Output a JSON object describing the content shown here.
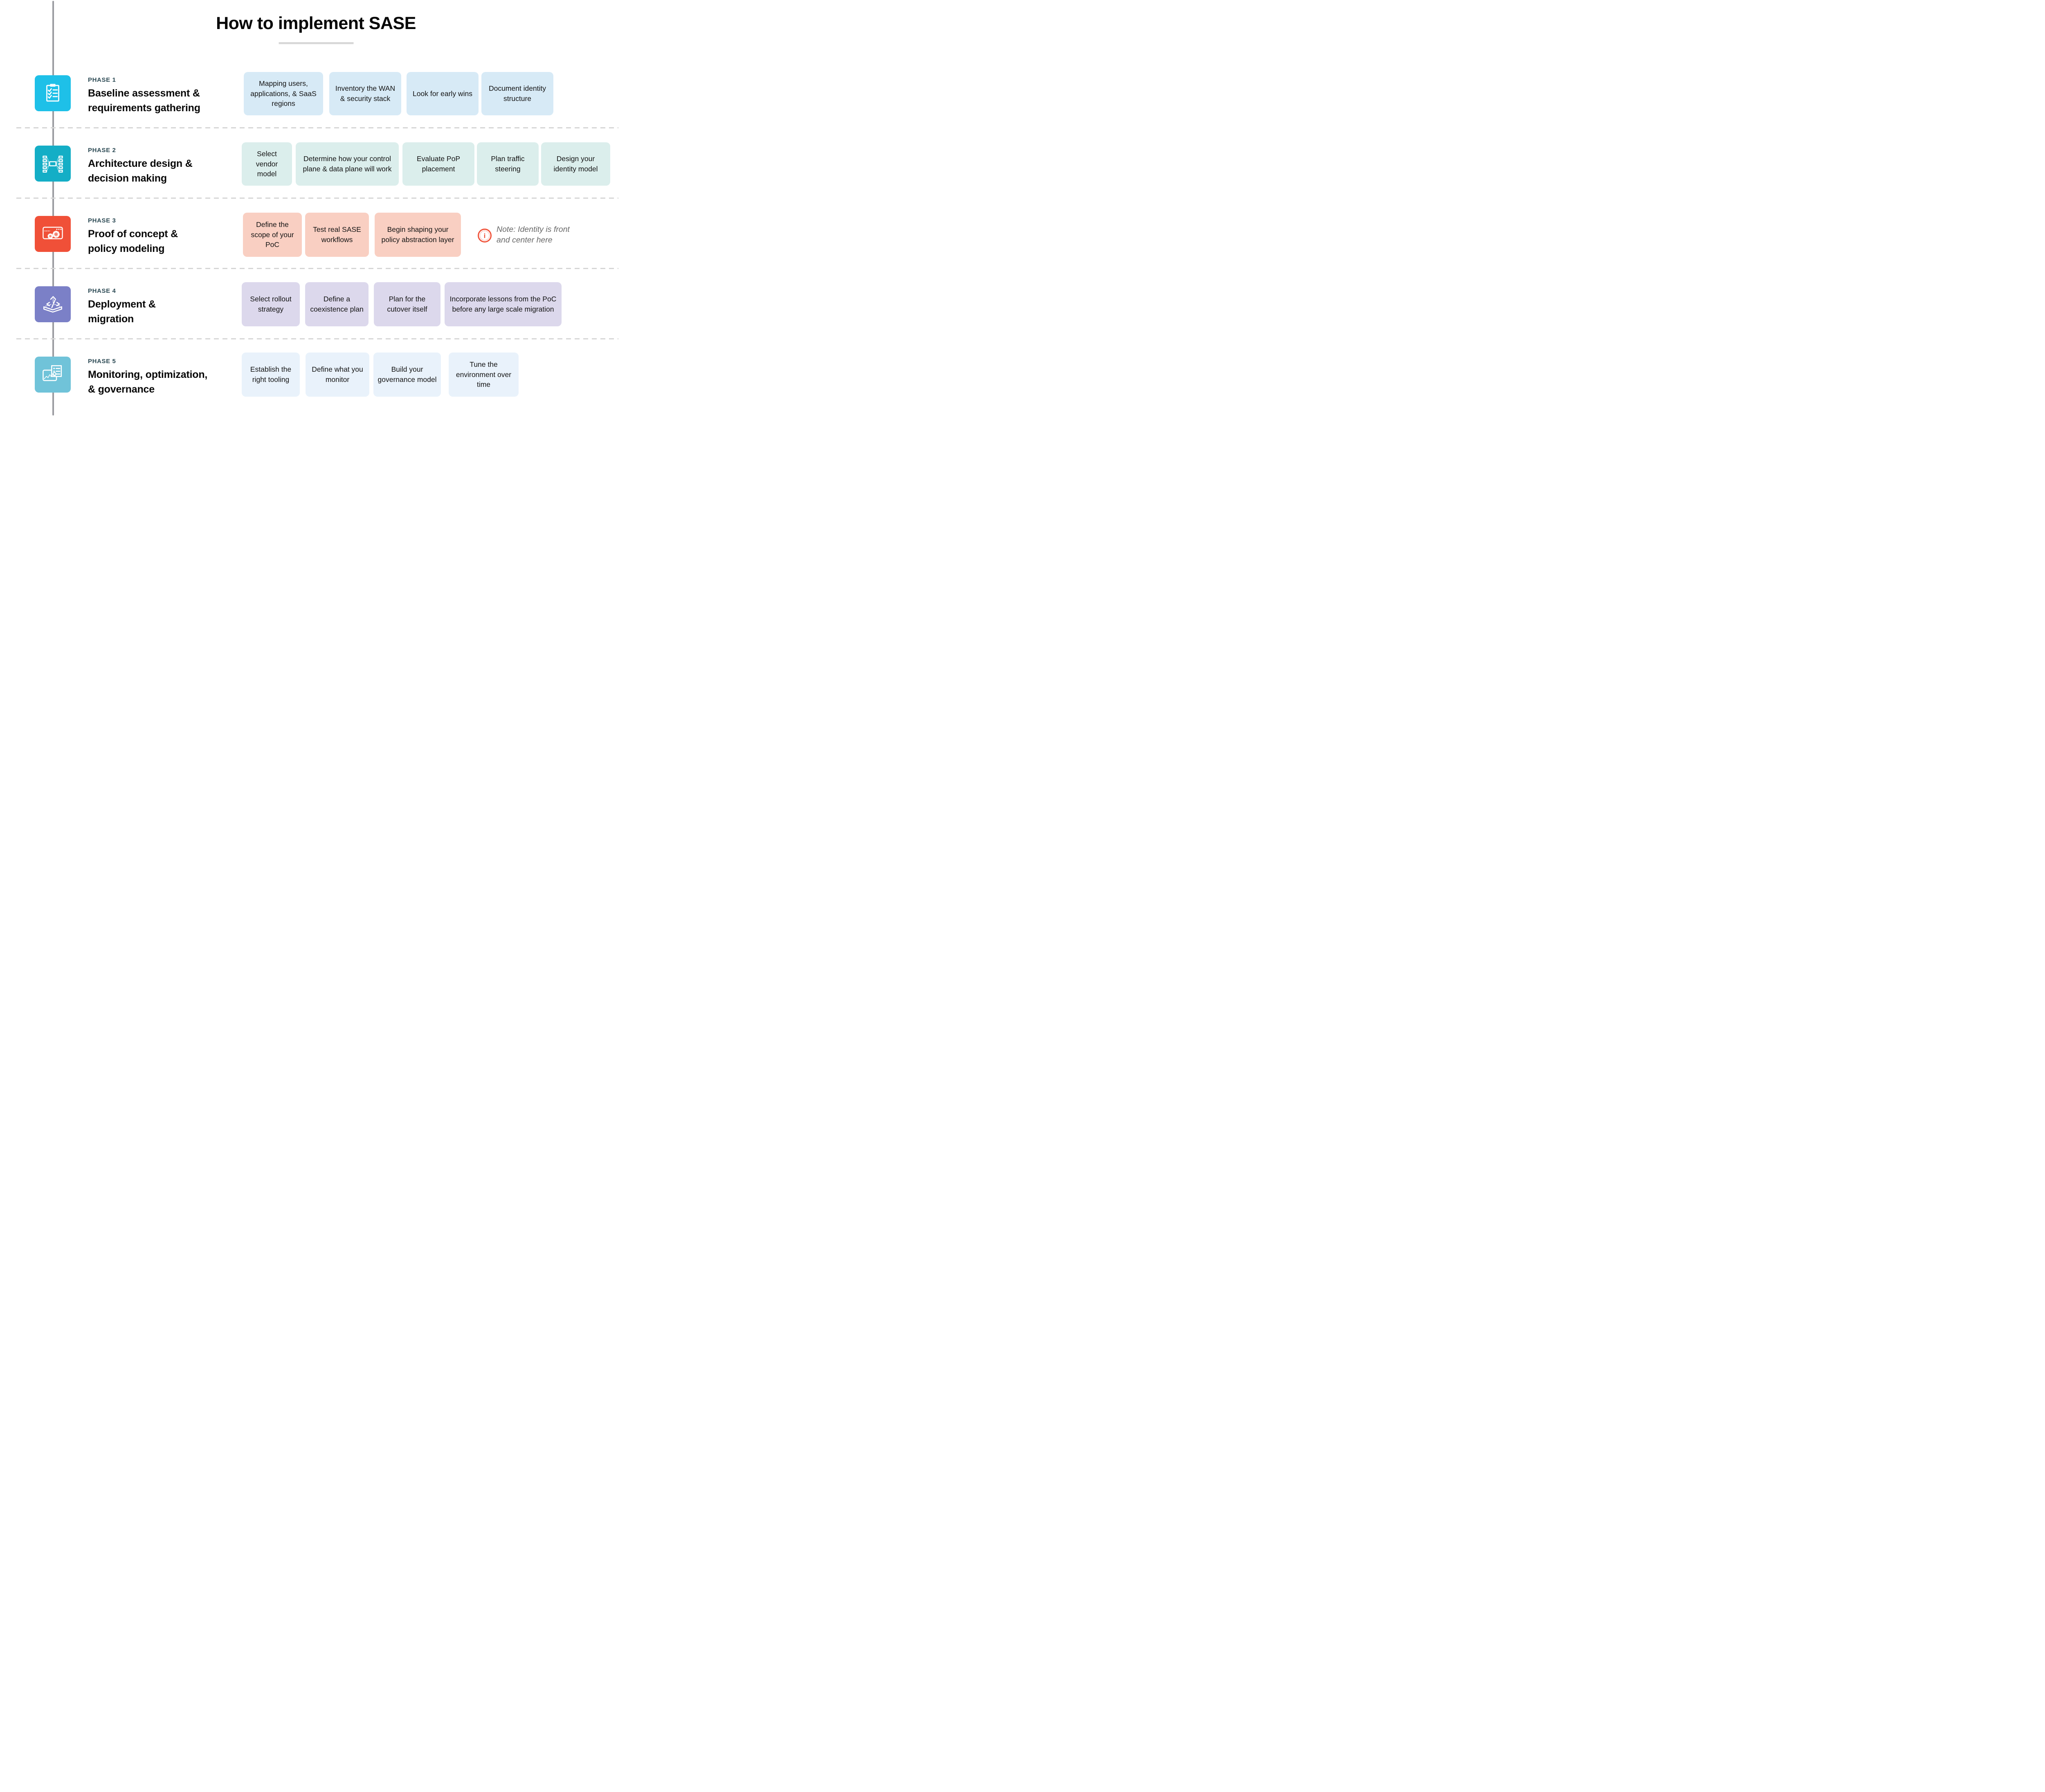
{
  "title": "How to implement SASE",
  "colors": {
    "accent_note": "#f05138",
    "timeline": "#9a9ba0",
    "separator": "#d6d6d6",
    "title_underline": "#d8d8d8",
    "phase_label": "#2c4a54"
  },
  "note": {
    "icon": "info-icon",
    "icon_glyph": "i",
    "lines": [
      "Note: Identity is front",
      "and center here"
    ]
  },
  "phases": [
    {
      "label": "PHASE 1",
      "title": "Baseline assessment & requirements gathering",
      "title_lines": [
        "Baseline assessment &",
        "requirements gathering"
      ],
      "icon": "checklist-icon",
      "icon_color": "#1ec0e8",
      "card_color": "#d7eaf6",
      "cards": [
        "Mapping users, applications, & SaaS regions",
        "Inventory the WAN & security stack",
        "Look for early wins",
        "Document identity structure"
      ]
    },
    {
      "label": "PHASE 2",
      "title": "Architecture design & decision making",
      "title_lines": [
        "Architecture design &",
        "decision making"
      ],
      "icon": "circuit-icon",
      "icon_color": "#14aec6",
      "card_color": "#dbeeec",
      "cards": [
        "Select vendor model",
        "Determine how your control plane & data plane will work",
        "Evaluate PoP placement",
        "Plan traffic steering",
        "Design your identity model"
      ]
    },
    {
      "label": "PHASE 3",
      "title": "Proof of concept & policy modeling",
      "title_lines": [
        "Proof of concept &",
        "policy modeling"
      ],
      "icon": "gears-browser-icon",
      "icon_color": "#f05038",
      "card_color": "#f9cfc2",
      "cards": [
        "Define the scope of your PoC",
        "Test real SASE workflows",
        "Begin shaping your policy abstraction layer"
      ]
    },
    {
      "label": "PHASE 4",
      "title": "Deployment & migration",
      "title_lines": [
        "Deployment &",
        "migration"
      ],
      "icon": "deploy-box-icon",
      "icon_color": "#7b80c7",
      "card_color": "#dcd8ec",
      "cards": [
        "Select rollout strategy",
        "Define a coexistence plan",
        "Plan for the cutover itself",
        "Incorporate lessons from the PoC before any large scale migration"
      ]
    },
    {
      "label": "PHASE 5",
      "title": "Monitoring, optimization, & governance",
      "title_lines": [
        "Monitoring, optimization,",
        "& governance"
      ],
      "icon": "monitoring-icon",
      "icon_color": "#70c3d9",
      "card_color": "#e9f2fb",
      "cards": [
        "Establish the right tooling",
        "Define what you monitor",
        "Build your governance model",
        "Tune the environment over time"
      ]
    }
  ]
}
